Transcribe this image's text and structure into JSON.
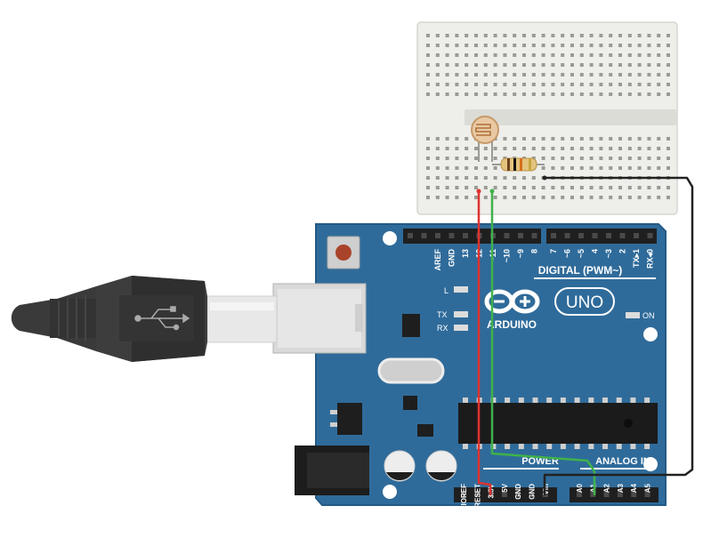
{
  "board": {
    "logo_text": "ARDUINO",
    "model": "UNO",
    "digital_header_label": "DIGITAL (PWM~)",
    "power_label": "POWER",
    "analog_label": "ANALOG IN",
    "on_label": "ON",
    "led_l_label": "L",
    "tx_label": "TX",
    "rx_label": "RX",
    "digital_pins": [
      "AREF",
      "GND",
      "13",
      "12",
      "~11",
      "~10",
      "~9",
      "8",
      "7",
      "~6",
      "~5",
      "4",
      "~3",
      "2",
      "TX▸1",
      "RX◂0"
    ],
    "power_pins": [
      "IOREF",
      "RESET",
      "3.3V",
      "5V",
      "GND",
      "GND",
      "Vin"
    ],
    "analog_pins": [
      "A0",
      "A1",
      "A2",
      "A3",
      "A4",
      "A5"
    ]
  },
  "components": {
    "photoresistor": "photoresistor",
    "resistor": "resistor",
    "usb": "usb-b-cable"
  },
  "colors": {
    "board": "#2f6b9a",
    "board_edge": "#245a85",
    "wire_power": "#e0322f",
    "wire_signal": "#3fb24a",
    "wire_ground": "#222222",
    "breadboard": "#eeeeea"
  }
}
